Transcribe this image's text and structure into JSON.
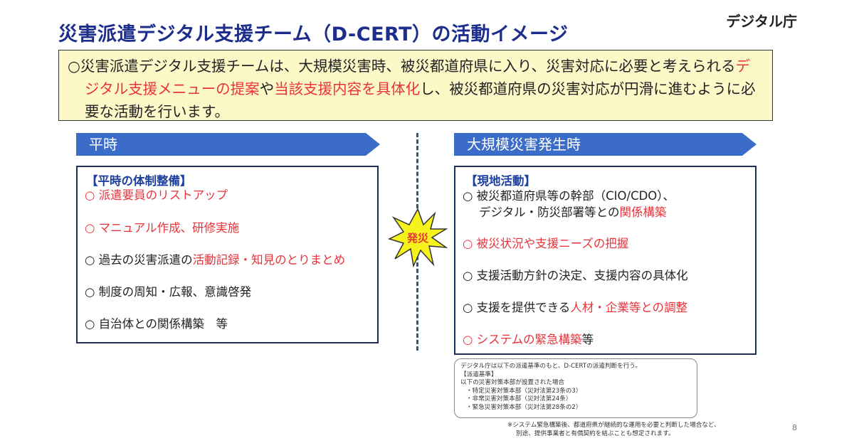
{
  "header": {
    "title": "災害派遣デジタル支援チーム（D-CERT）の活動イメージ",
    "organization": "デジタル庁"
  },
  "summary": {
    "bullet": "○",
    "part1": "災害派遣デジタル支援チームは、大規模災害時、被災都道府県に入り、災害対応に必要と考えられる",
    "highlight1": "デジタル支援メニューの提案",
    "part2": "や",
    "highlight2": "当該支援内容を具体化",
    "part3": "し、被災都道府県の災害対応が円滑に進むように必要な活動を行います。"
  },
  "normal_time": {
    "arrow_label": "平時",
    "box_title": "【平時の体制整備】",
    "items": [
      {
        "pre": "",
        "red": "○ 派遣要員のリストアップ",
        "post": ""
      },
      {
        "pre": "",
        "red": "○ マニュアル作成、研修実施",
        "post": ""
      },
      {
        "pre": "○ 過去の災害派遣の",
        "red": "活動記録・知見のとりまとめ",
        "post": ""
      },
      {
        "pre": "○ 制度の周知・広報、意識啓発",
        "red": "",
        "post": ""
      },
      {
        "pre": "○ 自治体との関係構築　等",
        "red": "",
        "post": ""
      }
    ]
  },
  "burst_label": "発災",
  "disaster_time": {
    "arrow_label": "大規模災害発生時",
    "box_title": "【現地活動】",
    "item1": {
      "line1": "○ 被災都道府県等の幹部（CIO/CDO）、",
      "line2_pre": "デジタル・防災部署等との",
      "line2_red": "関係構築"
    },
    "items": [
      {
        "pre": "",
        "red": "○ 被災状況や支援ニーズの把握",
        "post": ""
      },
      {
        "pre": "○ 支援活動方針の決定、支援内容の具体化",
        "red": "",
        "post": ""
      },
      {
        "pre": "○ 支援を提供できる",
        "red": "人材・企業等との調整",
        "post": ""
      },
      {
        "pre": "",
        "red": "○ システムの緊急構築",
        "post": "等"
      }
    ]
  },
  "criteria_note": {
    "lines": [
      "デジタル庁は以下の派遣基準のもと、D-CERTの派遣判断を行う。",
      "【派遣基準】",
      "以下の災害対策本部が設置された場合",
      "・特定災害対策本部（災対法第23条の3）",
      "・非常災害対策本部（災対法第24条）",
      "・緊急災害対策本部（災対法第28条の2）"
    ]
  },
  "footnote": {
    "line1": "※システム緊急構築後、都道府県が継続的な運用を必要と判断した場合など、",
    "line2": "別途、提供事業者と有償契約を結ぶことも想定されます。"
  },
  "page_number": "8",
  "colors": {
    "title_blue": "#1d2d8c",
    "arrow_blue": "#3b6dc8",
    "highlight_red": "#e8333a",
    "summary_bg": "#fdf8c8",
    "burst_yellow": "#f6f21c"
  }
}
